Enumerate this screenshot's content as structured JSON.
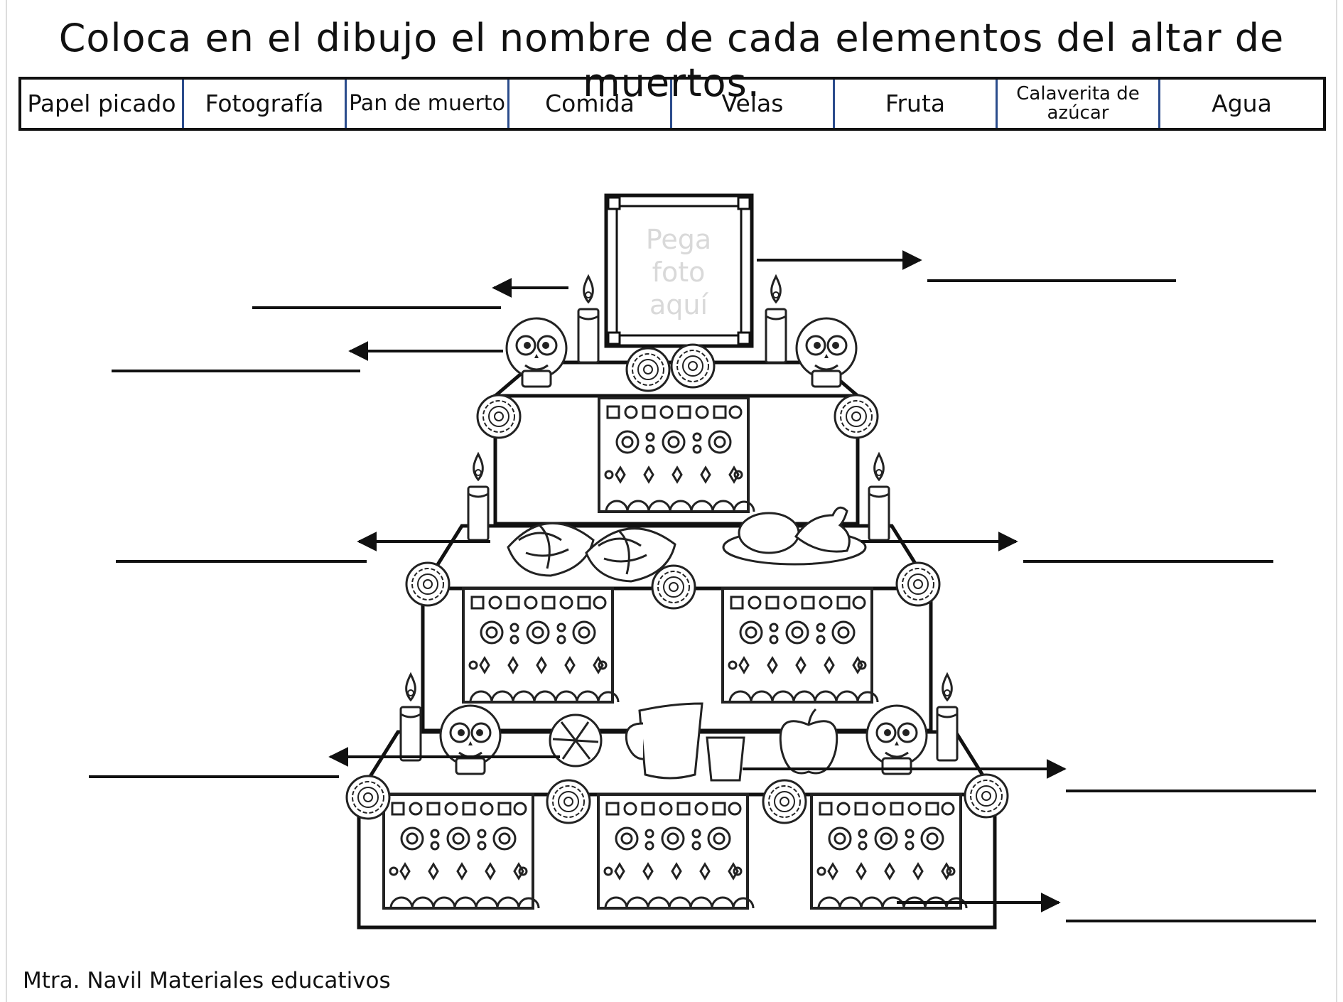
{
  "title": "Coloca en el dibujo el nombre de cada elementos del altar de muertos.",
  "word_bank": [
    "Papel picado",
    "Fotografía",
    "Pan de muerto",
    "Comida",
    "Velas",
    "Fruta",
    "Calaverita de azúcar",
    "Agua"
  ],
  "photo_placeholder": [
    "Pega",
    "foto",
    "aquí"
  ],
  "footer": "Mtra. Navil Materiales educativos",
  "answer_lines": [
    "blank-1",
    "blank-2",
    "blank-3",
    "blank-4",
    "blank-5",
    "blank-6",
    "blank-7",
    "blank-8"
  ]
}
